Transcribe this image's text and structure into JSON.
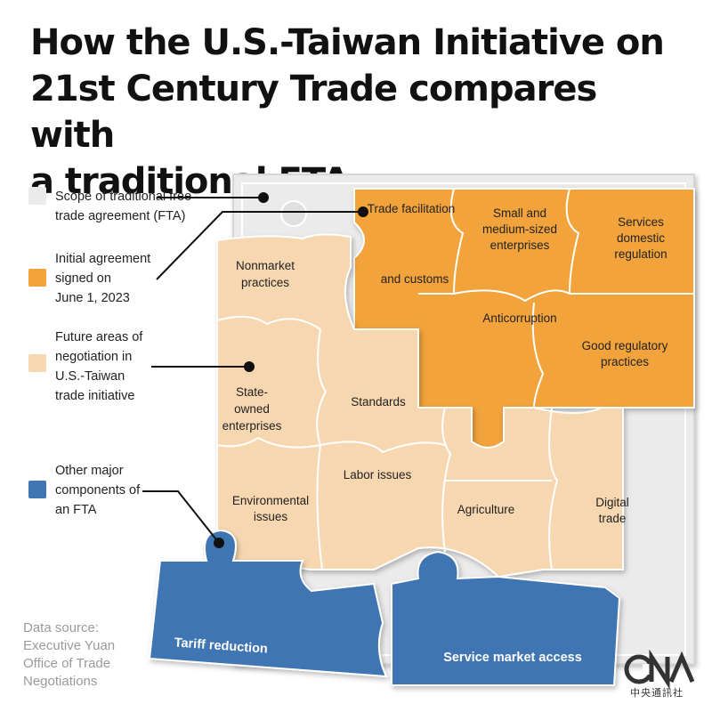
{
  "title": {
    "line1": "How the U.S.-Taiwan Initiative on",
    "line2": "21st Century Trade compares with",
    "line3": "a traditional FTA"
  },
  "legend": [
    {
      "color": "#ebebeb",
      "lines": [
        "Scope of traditional free",
        "trade agreement (FTA)"
      ]
    },
    {
      "color": "#f2a33a",
      "lines": [
        "Initial agreement",
        "signed on",
        "June 1, 2023"
      ]
    },
    {
      "color": "#f7d7b0",
      "lines": [
        "Future areas of",
        "negotiation in",
        "U.S.-Taiwan",
        "trade initiative"
      ]
    },
    {
      "color": "#3f75b3",
      "lines": [
        "Other major",
        "components of",
        "an FTA"
      ]
    }
  ],
  "pieces": {
    "orange": {
      "trade_facilitation": "Trade facilitation",
      "and_customs": "and customs",
      "sme": [
        "Small and",
        "medium-sized",
        "enterprises"
      ],
      "services": [
        "Services",
        "domestic",
        "regulation"
      ],
      "anticorruption": "Anticorruption",
      "good_regulatory": [
        "Good regulatory",
        "practices"
      ]
    },
    "peach": {
      "nonmarket": [
        "Nonmarket",
        "practices"
      ],
      "soe": [
        "State-",
        "owned",
        "enterprises"
      ],
      "standards": "Standards",
      "labor": "Labor issues",
      "environmental": [
        "Environmental",
        "issues"
      ],
      "agriculture": "Agriculture",
      "digital": [
        "Digital",
        "trade"
      ]
    },
    "blue": {
      "tariff": "Tariff reduction",
      "service_market": "Service market access"
    }
  },
  "source": [
    "Data source:",
    "Executive Yuan",
    "Office of Trade",
    "Negotiations"
  ],
  "logo": {
    "mark": "CNA",
    "sub": "中央通訊社"
  },
  "colors": {
    "grey": "#ebebeb",
    "orange": "#f2a33a",
    "peach": "#f7d7b0",
    "blue": "#3f75b3"
  }
}
